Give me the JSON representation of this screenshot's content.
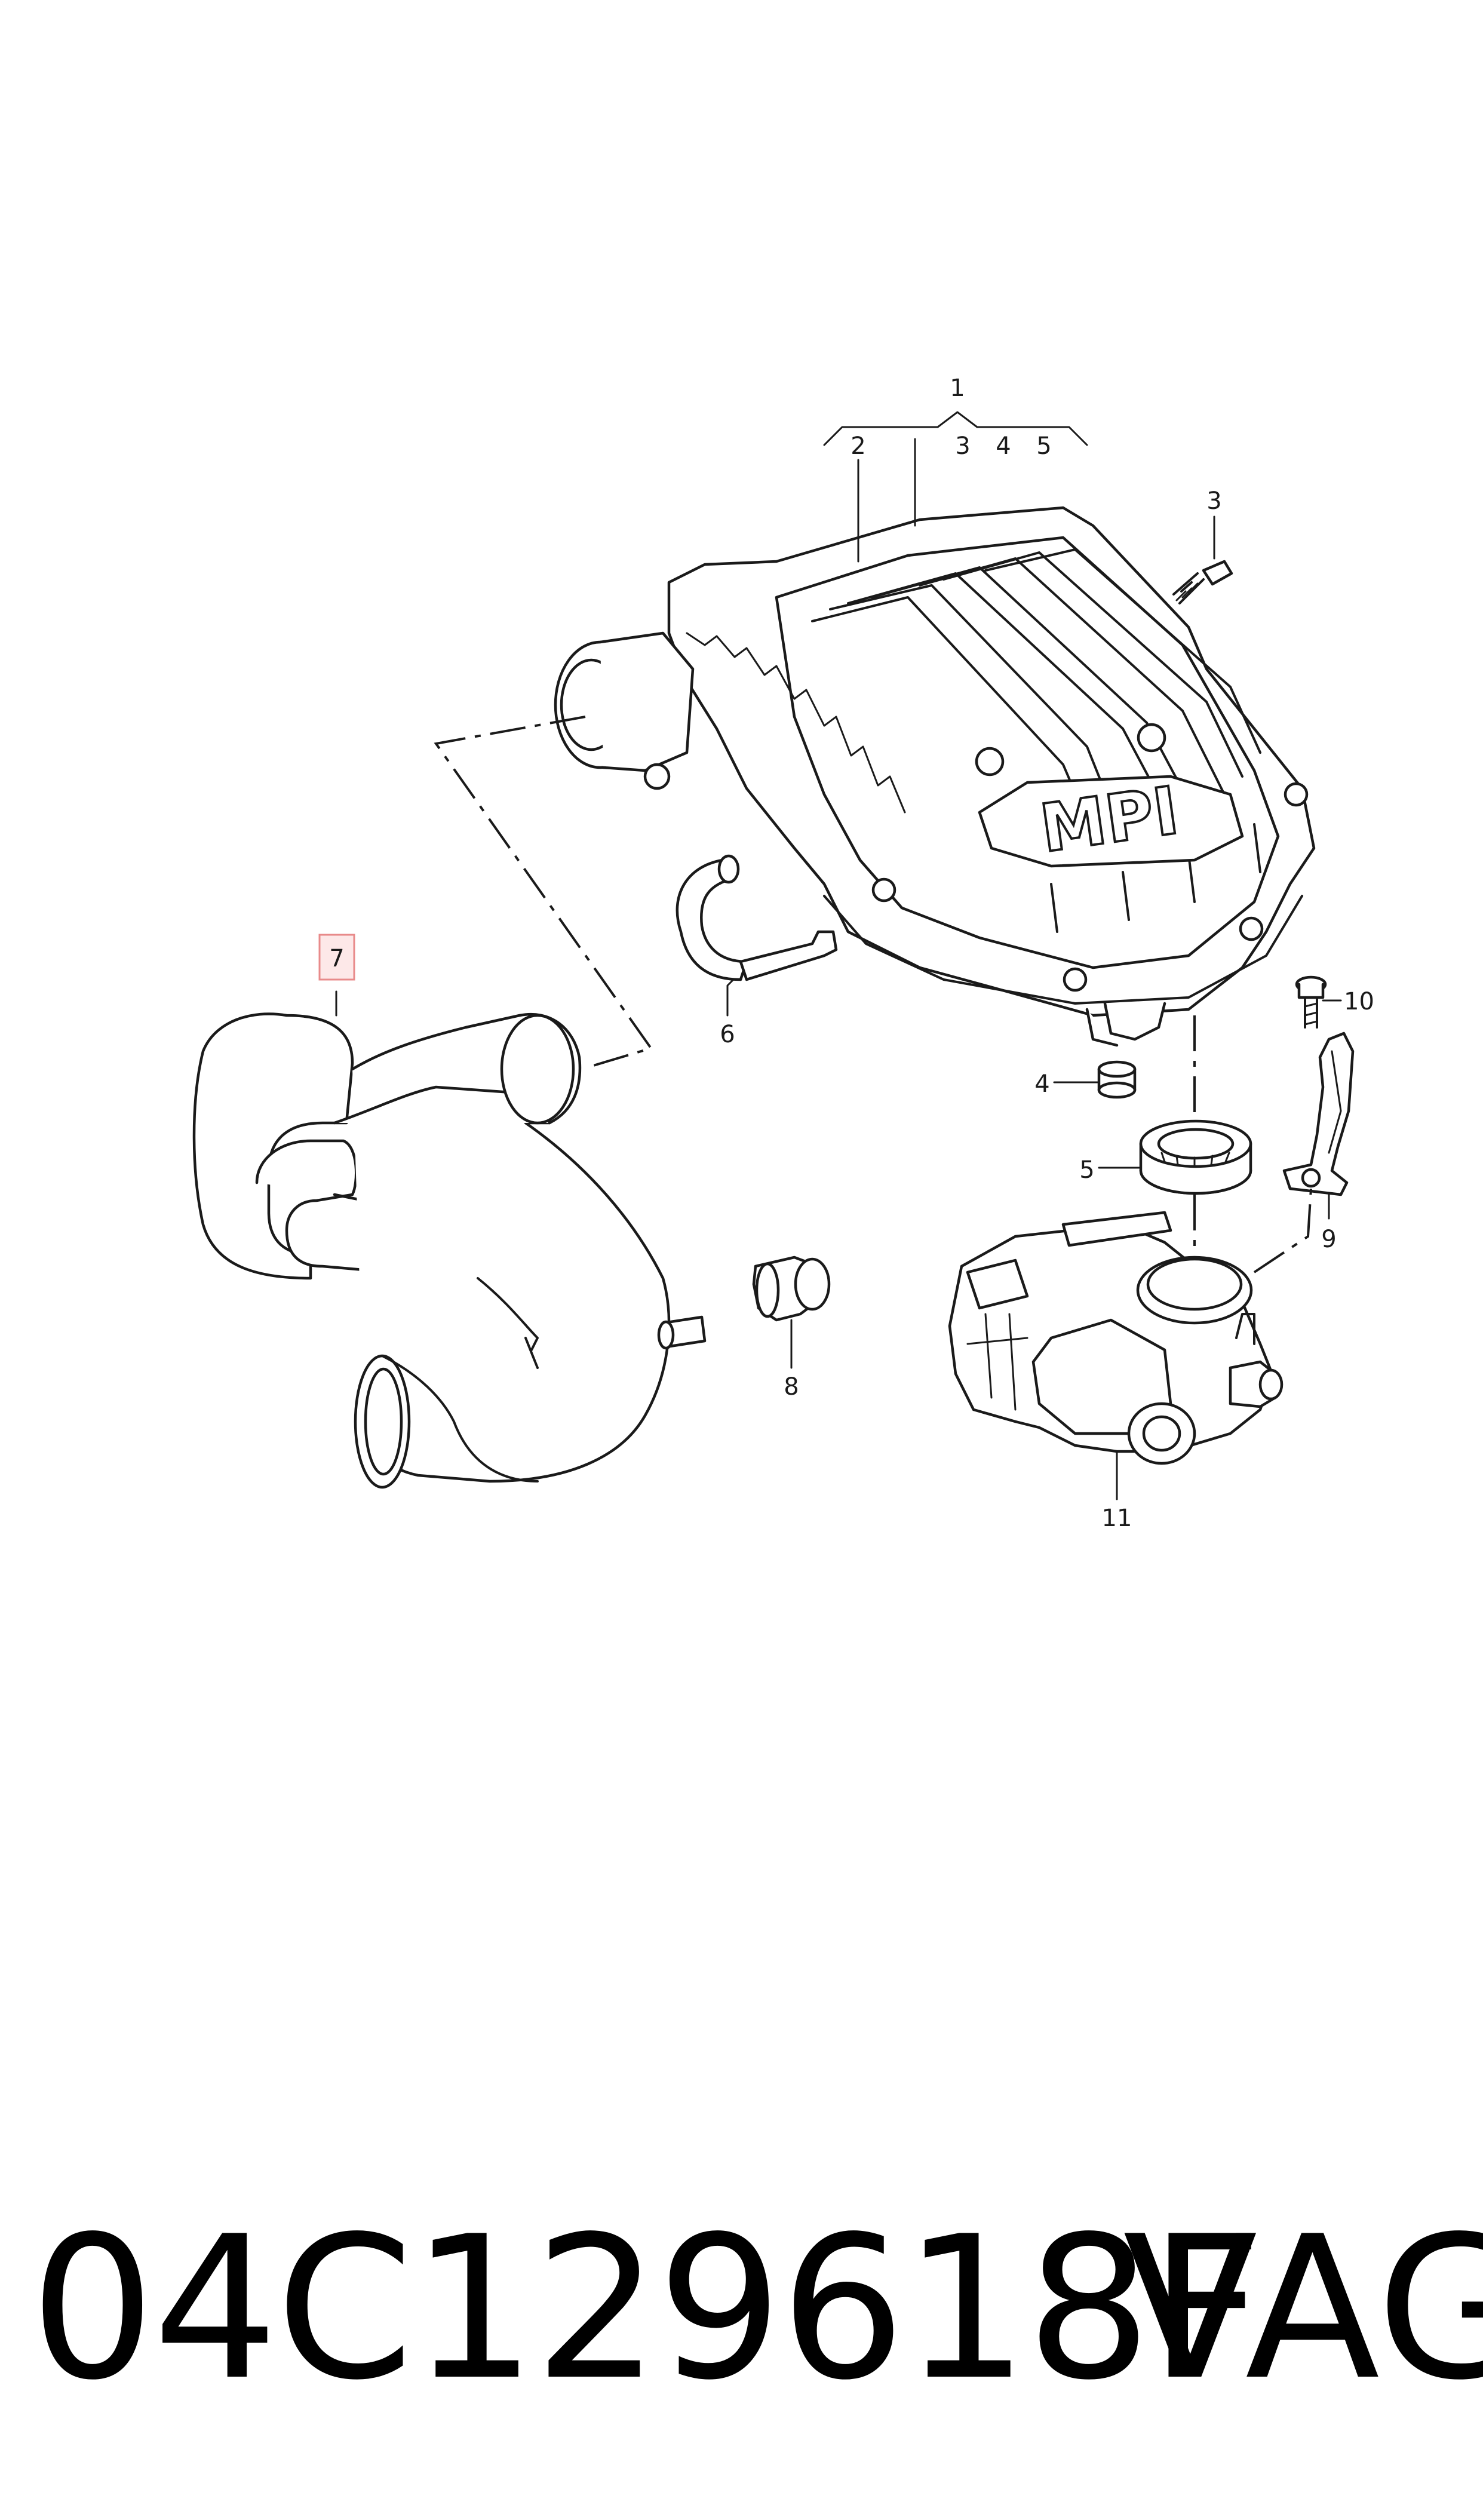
{
  "diagram": {
    "callouts": {
      "c1": "1",
      "c2": "2",
      "c3": "3",
      "c4": "4",
      "c5": "5",
      "c3b": "3",
      "c10": "10",
      "c6": "6",
      "c7": "7",
      "c4b": "4",
      "c5b": "5",
      "c9": "9",
      "c8": "8",
      "c11": "11"
    },
    "emblem_text": "MPI",
    "highlight_color": "#e88a8a",
    "highlight_fill": "#fde8e8"
  },
  "footer": {
    "part_number": "04C129618F",
    "brand": "VAG"
  }
}
